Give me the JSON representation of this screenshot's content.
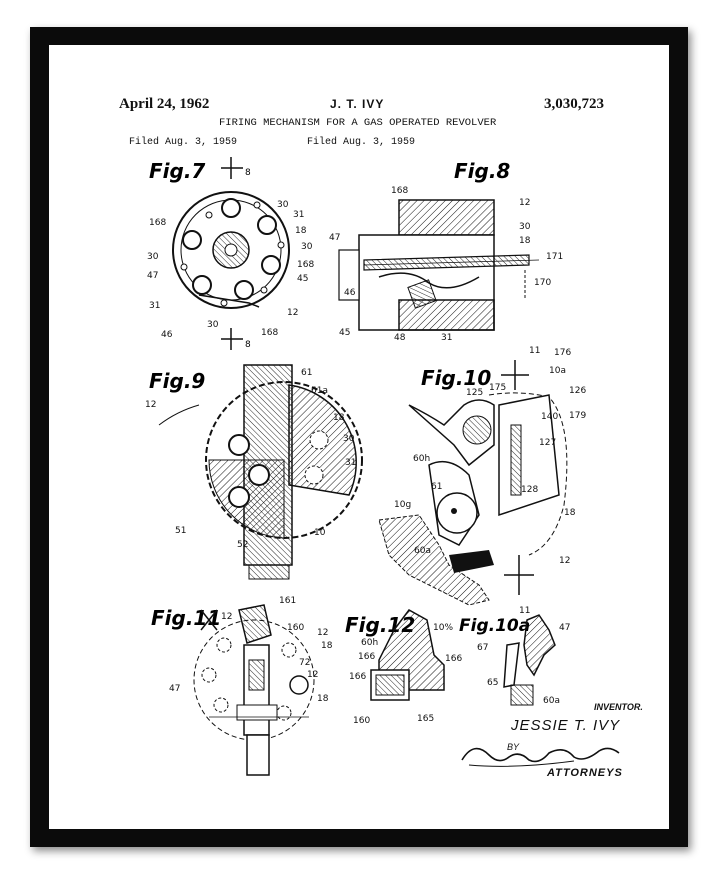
{
  "patent": {
    "date": "April 24, 1962",
    "inventor_header": "J. T. IVY",
    "number": "3,030,723",
    "title": "FIRING MECHANISM FOR A GAS OPERATED REVOLVER",
    "filed_left": "Filed Aug. 3, 1959",
    "filed_right": "Filed Aug. 3, 1959"
  },
  "figures": {
    "fig7": "Fig.7",
    "fig8": "Fig.8",
    "fig9": "Fig.9",
    "fig10": "Fig.10",
    "fig11": "Fig.11",
    "fig12": "Fig.12",
    "fig10a": "Fig.10a"
  },
  "signature": {
    "inventor_label": "INVENTOR.",
    "inventor_name": "JESSIE T. IVY",
    "by": "BY",
    "firm_signature": "Robinson & Berry",
    "attorneys_label": "ATTORNEYS"
  },
  "colors": {
    "frame": "#0b0b0b",
    "paper": "#ffffff",
    "ink": "#111111"
  }
}
